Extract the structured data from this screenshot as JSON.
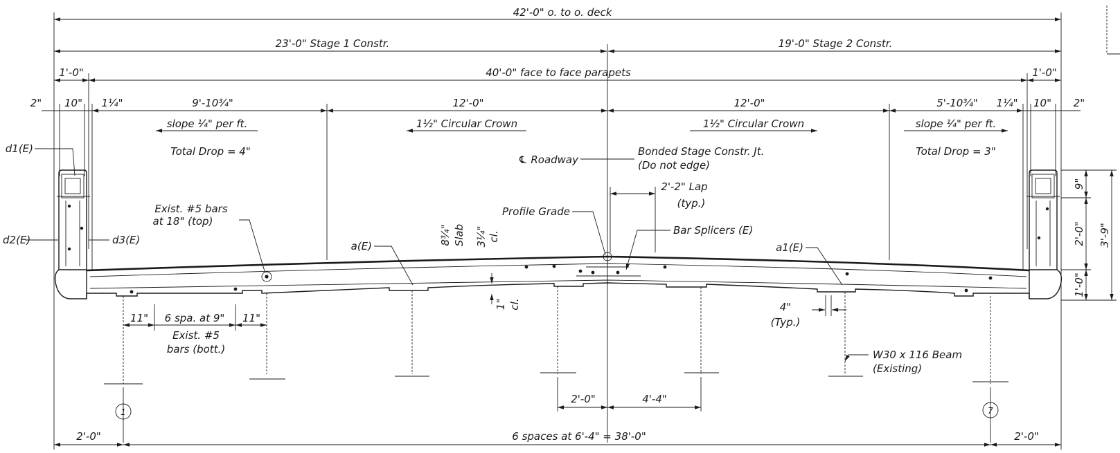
{
  "dims": {
    "overall": "42'-0\" o. to o. deck",
    "stage1": "23'-0\" Stage 1 Constr.",
    "stage2": "19'-0\" Stage 2 Constr.",
    "edge_left": "1'-0\"",
    "edge_right": "1'-0\"",
    "face_to_face": "40'-0\" face to face parapets",
    "two_in_left": "2\"",
    "ten_in_left": "10\"",
    "qtr_left": "1¼\"",
    "shoulder_left": "9'-10¾\"",
    "lane_left": "12'-0\"",
    "lane_right": "12'-0\"",
    "shoulder_right": "5'-10¾\"",
    "qtr_right": "1¼\"",
    "ten_in_right": "10\"",
    "two_in_right": "2\"",
    "beam_edge_left": "2'-0\"",
    "beam_spaces": "6 spaces at 6'-4\" = 38'-0\"",
    "beam_edge_right": "2'-0\"",
    "center_left": "2'-0\"",
    "center_right": "4'-4\"",
    "eleven_left": "11\"",
    "bars_spacing": "6 spa. at 9\"",
    "eleven_right": "11\"",
    "nine_in": "9\"",
    "two_ft": "2'-0\"",
    "one_ft": "1'-0\"",
    "three_nine": "3'-9\"",
    "four_in": "4\"",
    "typ_paren": "(Typ.)",
    "slab_depth": "8¾\"",
    "slab_word": "Slab",
    "cover_top": "3¼\"",
    "cl_top": "cl.",
    "cover_bottom": "1\"",
    "cl_bottom": "cl."
  },
  "notes": {
    "slope_left": "slope ¼\" per ft.",
    "drop_left": "Total Drop = 4\"",
    "crown_left": "1½\" Circular Crown",
    "crown_right": "1½\" Circular Crown",
    "slope_right": "slope ¼\" per ft.",
    "drop_right": "Total Drop = 3\"",
    "roadway_cl": "℄ Roadway",
    "joint_1": "Bonded Stage Constr. Jt.",
    "joint_2": "(Do not edge)",
    "lap_1": "2'-2\" Lap",
    "lap_2": "(typ.)",
    "profile_grade": "Profile Grade",
    "splicers": "Bar Splicers (E)",
    "top_bars_1": "Exist. #5 bars",
    "top_bars_2": "at 18\" (top)",
    "bott_bars_1": "Exist. #5",
    "bott_bars_2": "bars (bott.)",
    "bar_a": "a(E)",
    "bar_a1": "a1(E)",
    "bar_d1": "d1(E)",
    "bar_d2": "d2(E)",
    "bar_d3": "d3(E)",
    "beam_1": "W30 x 116 Beam",
    "beam_2": "(Existing)"
  },
  "beam_lines": [
    "1",
    "7"
  ]
}
